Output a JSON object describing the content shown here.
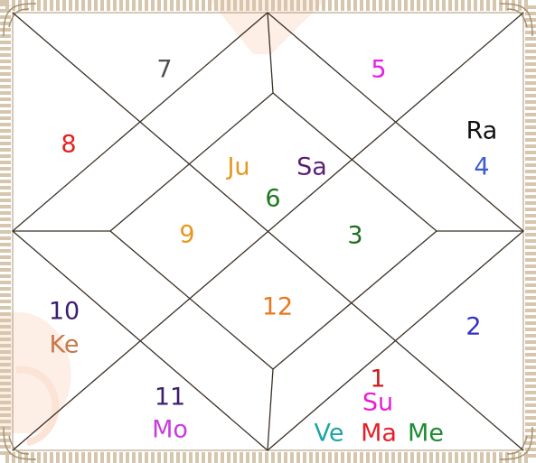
{
  "colors": {
    "background": "#ffffff",
    "line": "#3b3127",
    "border": "#c7b49a",
    "watermark": "#fbe3d6"
  },
  "houses": [
    {
      "number": "6",
      "number_color": "#1e7a1e",
      "planets": [
        {
          "abbr": "Ju",
          "color": "#e8961e"
        },
        {
          "abbr": "Sa",
          "color": "#5a1e78"
        }
      ]
    },
    {
      "number": "5",
      "number_color": "#e81ee8",
      "planets": []
    },
    {
      "number": "4",
      "number_color": "#3c5ad2",
      "planets": [
        {
          "abbr": "Ra",
          "color": "#111111"
        }
      ]
    },
    {
      "number": "3",
      "number_color": "#1e6e1e",
      "planets": []
    },
    {
      "number": "2",
      "number_color": "#3232c8",
      "planets": []
    },
    {
      "number": "1",
      "number_color": "#c81e1e",
      "planets": [
        {
          "abbr": "Su",
          "color": "#e81ed2"
        },
        {
          "abbr": "Ve",
          "color": "#1ea5a5"
        },
        {
          "abbr": "Ma",
          "color": "#e81e28"
        },
        {
          "abbr": "Me",
          "color": "#1e8c32"
        }
      ]
    },
    {
      "number": "12",
      "number_color": "#e8781e",
      "planets": []
    },
    {
      "number": "11",
      "number_color": "#3c1e6e",
      "planets": [
        {
          "abbr": "Mo",
          "color": "#c83cdc"
        }
      ]
    },
    {
      "number": "10",
      "number_color": "#3c1e6e",
      "planets": [
        {
          "abbr": "Ke",
          "color": "#c8784a"
        }
      ]
    },
    {
      "number": "9",
      "number_color": "#e8961e",
      "planets": []
    },
    {
      "number": "8",
      "number_color": "#e81e1e",
      "planets": []
    },
    {
      "number": "7",
      "number_color": "#505050",
      "planets": []
    }
  ]
}
